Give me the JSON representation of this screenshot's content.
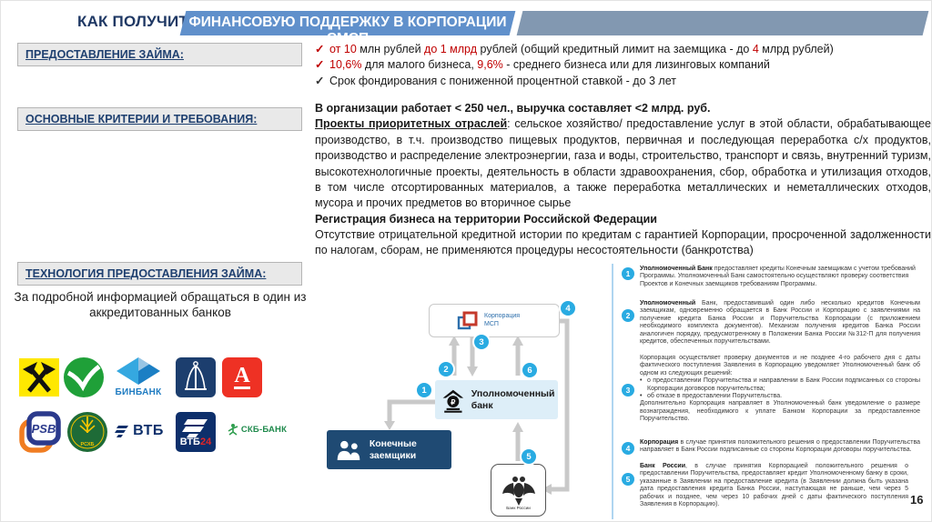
{
  "header": {
    "prefix": "КАК ПОЛУЧИТЬ",
    "banner": "ФИНАНСОВУЮ ПОДДЕРЖКУ В КОРПОРАЦИИ СМСП"
  },
  "labels": {
    "loan": "ПРЕДОСТАВЛЕНИЕ ЗАЙМА:",
    "criteria": "ОСНОВНЫЕ КРИТЕРИИ И ТРЕБОВАНИЯ:",
    "technology": "ТЕХНОЛОГИЯ ПРЕДОСТАВЛЕНИЯ ЗАЙМА:"
  },
  "loan_terms": {
    "check": "✓",
    "b1": {
      "r1": "от 10",
      "t1": " млн рублей  ",
      "r2": "до 1 млрд",
      "t2": " рублей (общий кредитный лимит на заемщика - до ",
      "r3": "4",
      "t3": " млрд рублей)"
    },
    "b2": {
      "r1": "10,6%",
      "t1": " для малого бизнеса, ",
      "r2": "9,6%",
      "t2": " - среднего бизнеса или для лизинговых компаний"
    },
    "b3": "Срок фондирования с пониженной процентной ставкой - до 3 лет"
  },
  "criteria": {
    "p1": "В организации работает < 250 чел., выручка составляет <2 млрд. руб.",
    "p2_lead": "Проекты приоритетных отраслей",
    "p2_rest": ": сельское хозяйство/ предоставление услуг в этой области, обрабатывающее производство, в т.ч. производство пищевых продуктов, первичная и последующая переработка с/х продуктов, производство и распределение электроэнергии, газа и воды, строительство, транспорт и связь, внутренний туризм, высокотехнологичные проекты, деятельность в области здравоохранения, сбор, обработка и утилизация отходов, в том числе отсортированных материалов, а также переработка металлических и неметаллических отходов, мусора и прочих предметов во вторичное сырье",
    "p3": "Регистрация бизнеса на территории Российской Федерации",
    "p4": "Отсутствие отрицательной кредитной истории по кредитам с гарантией Корпорации, просроченной задолженности по налогам, сборам, не применяются процедуры несостоятельности (банкротства)"
  },
  "info_note": "За подробной информацией обращаться в один из аккредитованных банков",
  "banks": {
    "binbank_text": "БИНБАНК",
    "alfa_letter": "А",
    "psb_text": "PSB",
    "vtb_text": "ВТБ",
    "vtb24_text": "ВТБ",
    "vtb24_num": "24",
    "skb_text": "СКБ-БАНК",
    "rshb_text": "РСХБ"
  },
  "diagram": {
    "corp": "Корпорация МСП",
    "bank": "Уполномоченный банк",
    "bank_ruble": "₽",
    "borrowers": "Конечные заемщики",
    "cbr": "Банк России",
    "steps": [
      "1",
      "2",
      "3",
      "4",
      "5",
      "6"
    ]
  },
  "process": {
    "items": [
      {
        "num": "1",
        "lead": "Уполномоченный Банк",
        "text": " предоставляет кредиты Конечным заемщикам с учетом требований Программы. Уполномоченный Банк самостоятельно осуществляют проверку соответствия Проектов и Конечных заемщиков требованиям Программы."
      },
      {
        "num": "2",
        "lead": "Уполномоченный",
        "text": " Банк, предоставивший один либо несколько кредитов Конечным заемщикам, одновременно обращается в Банк России и Корпорацию с заявлениями на получение кредита Банка России и Поручительства Корпорации (с приложением необходимого комплекта документов). Механизм получения кредитов Банка России аналогичен порядку, предусмотренному в Положении Банка России №312-П для получения кредитов, обеспеченных поручительствами."
      },
      {
        "num": "3",
        "text": "Корпорация осуществляет проверку документов и не позднее 4-го рабочего дня с даты фактического поступления Заявления в Корпорацию уведомляет Уполномоченный банк об одном из следующих решений:",
        "bullet_mark": "•",
        "bullet1": "о предоставлении Поручительства и направлении в Банк России подписанных со стороны Корпорации договоров поручительства;",
        "bullet2": "об отказе в предоставлении Поручительства.",
        "after": "Дополнительно Корпорация направляет в Уполномоченный банк уведомление о размере вознаграждения, необходимого к уплате Банком Корпорации за предоставленное Поручительство."
      },
      {
        "num": "4",
        "lead": "Корпорация",
        "text": " в случае принятия положительного решения о предоставлении Поручительства направляет в Банк России подписанные со стороны Корпорации договоры поручительства."
      },
      {
        "num": "5",
        "lead": "Банк России",
        "text": ", в случае принятия Корпорацией положительного решения о предоставлении Поручительства, предоставляет кредит Уполномоченному банку в сроки, указанные в Заявлении на предоставление кредита (в Заявлении должна быть указана дата предоставления кредита Банка России, наступающая не раньше, чем через 5 рабочих и позднее, чем через 10 рабочих дней с даты фактического поступления Заявления в Корпорацию)."
      }
    ]
  },
  "page_number": "16",
  "colors": {
    "accent_red": "#C00000",
    "banner_blue": "#6090CB",
    "banner_gray": "#8298B1",
    "navy": "#1F3864",
    "step_cyan": "#29ABE2",
    "borrowers_navy": "#1F4A73"
  }
}
